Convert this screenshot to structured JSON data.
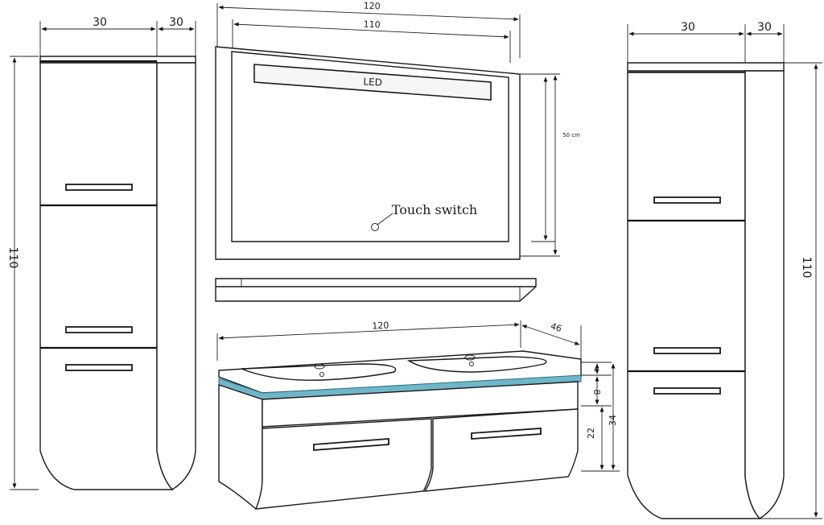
{
  "left_cabinet": {
    "width_label": "30",
    "depth_label": "30",
    "height_label": "110"
  },
  "mirror": {
    "outer_width_label": "120",
    "inner_width_label": "110",
    "height_label": "50 cm",
    "led_label": "LED",
    "touch_label": "Touch switch"
  },
  "vanity": {
    "width_label": "120",
    "depth_label": "46",
    "dim_top_label": "4",
    "dim_mid_label": "8",
    "dim_drawer_label": "22",
    "dim_total_label": "34"
  },
  "right_cabinet": {
    "width_label": "30",
    "depth_label": "30",
    "height_label": "110"
  }
}
